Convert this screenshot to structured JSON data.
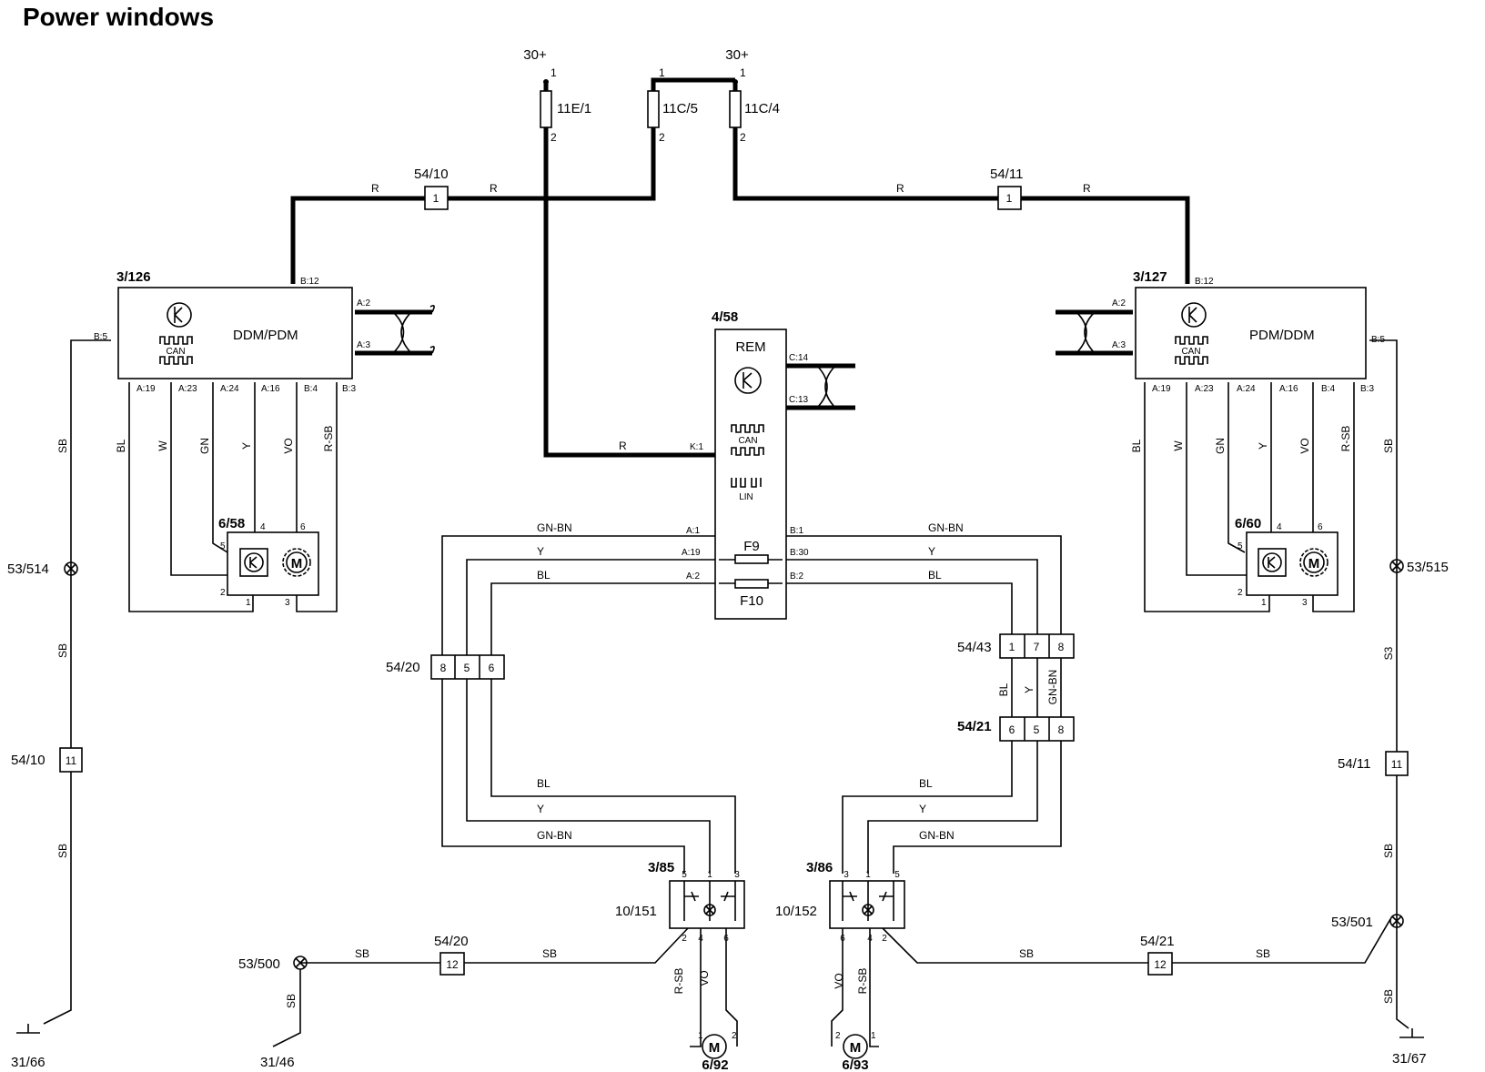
{
  "title": "Power windows",
  "supply": {
    "left": "30+",
    "right": "30+"
  },
  "fuses": {
    "f1": "11E/1",
    "f2": "11C/5",
    "f3": "11C/4"
  },
  "splices": {
    "s54_10": "54/10",
    "s54_11": "54/11"
  },
  "pins": {
    "one": "1",
    "two": "2",
    "three": "3",
    "four": "4",
    "five": "5",
    "six": "6",
    "seven": "7",
    "eight": "8",
    "eleven": "11",
    "twelve": "12"
  },
  "wire_colors": {
    "r": "R",
    "sb": "SB",
    "bl": "BL",
    "w": "W",
    "gn": "GN",
    "y": "Y",
    "vo": "VO",
    "rsb": "R-SB",
    "gnbn": "GN-BN",
    "s3": "S3"
  },
  "ddm": {
    "id": "3/126",
    "label": "DDM/PDM",
    "can": "CAN",
    "pins": {
      "b12": "B:12",
      "b5": "B:5",
      "a2": "A:2",
      "a3": "A:3",
      "a19": "A:19",
      "a23": "A:23",
      "a24": "A:24",
      "a16": "A:16",
      "b4": "B:4",
      "b3": "B:3"
    }
  },
  "pdm": {
    "id": "3/127",
    "label": "PDM/DDM",
    "can": "CAN",
    "pins": {
      "b12": "B:12",
      "b5": "B:5",
      "a2": "A:2",
      "a3": "A:3",
      "a19": "A:19",
      "a23": "A:23",
      "a24": "A:24",
      "a16": "A:16",
      "b4": "B:4",
      "b3": "B:3"
    }
  },
  "rem": {
    "id": "4/58",
    "label": "REM",
    "can": "CAN",
    "lin": "LIN",
    "f9": "F9",
    "f10": "F10",
    "pins": {
      "c14": "C:14",
      "c13": "C:13",
      "k1": "K:1",
      "a1": "A:1",
      "a19": "A:19",
      "a2": "A:2",
      "b1": "B:1",
      "b30": "B:30",
      "b2": "B:2"
    }
  },
  "motors": {
    "m6_58": "6/58",
    "m6_60": "6/60",
    "m6_92": "6/92",
    "m6_93": "6/93",
    "m_symbol": "M"
  },
  "connectors": {
    "c54_20": "54/20",
    "c54_43": "54/43",
    "c54_21": "54/21"
  },
  "switches": {
    "s3_85": "3/85",
    "s3_86": "3/86",
    "l10_151": "10/151",
    "l10_152": "10/152"
  },
  "grounds": {
    "g53_514": "53/514",
    "g53_515": "53/515",
    "g53_500": "53/500",
    "g53_501": "53/501",
    "e31_66": "31/66",
    "e31_46": "31/46",
    "e31_67": "31/67"
  }
}
